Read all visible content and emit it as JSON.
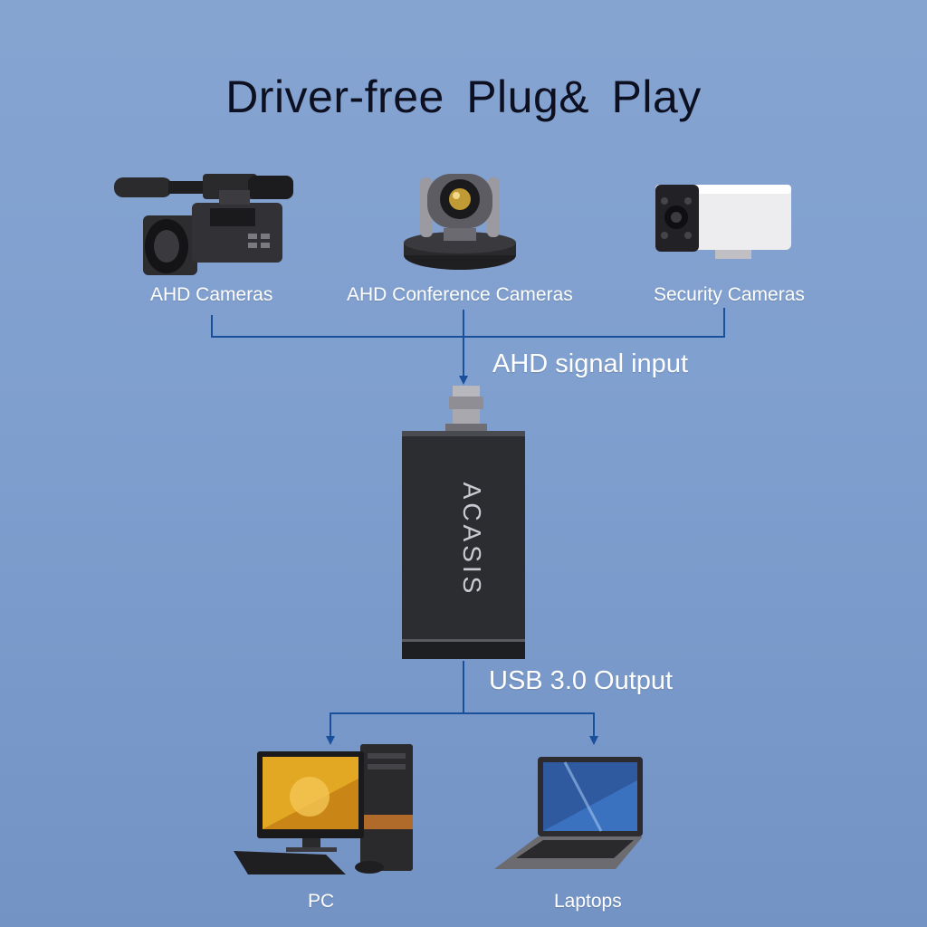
{
  "title": "Driver-free  Plug& Play",
  "inputs": {
    "ahd_cameras": {
      "label": "AHD Cameras",
      "icon": "camcorder-icon"
    },
    "conference_cameras": {
      "label": "AHD Conference Cameras",
      "icon": "ptz-camera-icon"
    },
    "security_cameras": {
      "label": "Security Cameras",
      "icon": "bullet-camera-icon"
    }
  },
  "signal_input_label": "AHD signal input",
  "device": {
    "brand": "ACASIS",
    "icon": "capture-card-icon"
  },
  "output_label": "USB 3.0 Output",
  "outputs": {
    "pc": {
      "label": "PC",
      "icon": "desktop-pc-icon"
    },
    "laptops": {
      "label": "Laptops",
      "icon": "laptop-icon"
    }
  },
  "colors": {
    "background": "#7f9fcf",
    "connector_line": "#1a4f9c",
    "title_text": "#0d1020",
    "label_text": "#ffffff"
  }
}
